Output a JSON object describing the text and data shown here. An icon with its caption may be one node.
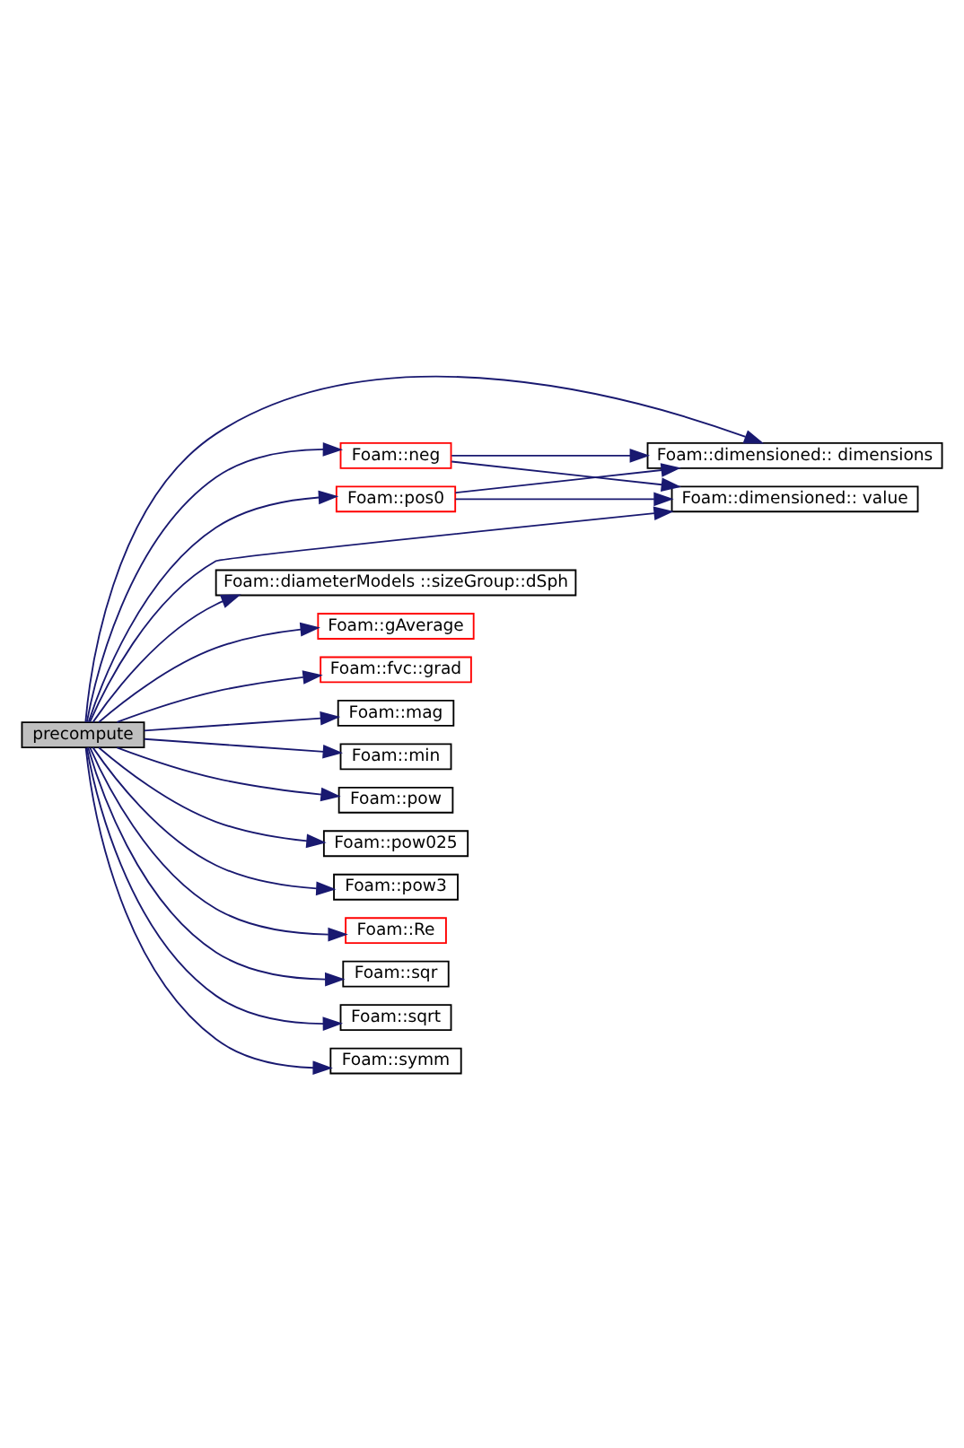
{
  "diagram": {
    "nodes": [
      {
        "text": [
          "precompute"
        ]
      },
      {
        "text": [
          "Foam::dimensioned:: dimensions"
        ]
      },
      {
        "text": [
          "Foam::neg"
        ]
      },
      {
        "text": [
          "Foam::pos0"
        ]
      },
      {
        "text": [
          "Foam::dimensioned:: value"
        ]
      },
      {
        "text": [
          "Foam::diameterModels ::sizeGroup::dSph"
        ]
      },
      {
        "text": [
          "Foam::gAverage"
        ]
      },
      {
        "text": [
          "Foam::fvc::grad"
        ]
      },
      {
        "text": [
          "Foam::mag"
        ]
      },
      {
        "text": [
          "Foam::min"
        ]
      },
      {
        "text": [
          "Foam::pow"
        ]
      },
      {
        "text": [
          "Foam::pow025"
        ]
      },
      {
        "text": [
          "Foam::pow3"
        ]
      },
      {
        "text": [
          "Foam::Re"
        ]
      },
      {
        "text": [
          "Foam::sqr"
        ]
      },
      {
        "text": [
          "Foam::sqrt"
        ]
      },
      {
        "text": [
          "Foam::symm"
        ]
      }
    ],
    "edges": [
      {
        "from": 0,
        "to": 1,
        "arrow": "to"
      },
      {
        "from": 0,
        "to": 2,
        "arrow": "to"
      },
      {
        "from": 0,
        "to": 3,
        "arrow": "to"
      },
      {
        "from": 0,
        "to": 4,
        "arrow": "to"
      },
      {
        "from": 0,
        "to": 5,
        "arrow": "to"
      },
      {
        "from": 0,
        "to": 6,
        "arrow": "to"
      },
      {
        "from": 0,
        "to": 7,
        "arrow": "to"
      },
      {
        "from": 0,
        "to": 8,
        "arrow": "to"
      },
      {
        "from": 0,
        "to": 9,
        "arrow": "to"
      },
      {
        "from": 0,
        "to": 10,
        "arrow": "to"
      },
      {
        "from": 0,
        "to": 11,
        "arrow": "to"
      },
      {
        "from": 0,
        "to": 12,
        "arrow": "to"
      },
      {
        "from": 0,
        "to": 13,
        "arrow": "to"
      },
      {
        "from": 0,
        "to": 14,
        "arrow": "to"
      },
      {
        "from": 0,
        "to": 15,
        "arrow": "to"
      },
      {
        "from": 0,
        "to": 16,
        "arrow": "to"
      },
      {
        "from": 2,
        "to": 1,
        "arrow": "to"
      },
      {
        "from": 2,
        "to": 4,
        "arrow": "to"
      },
      {
        "from": 3,
        "to": 1,
        "arrow": "to"
      },
      {
        "from": 3,
        "to": 4,
        "arrow": "to"
      }
    ]
  }
}
